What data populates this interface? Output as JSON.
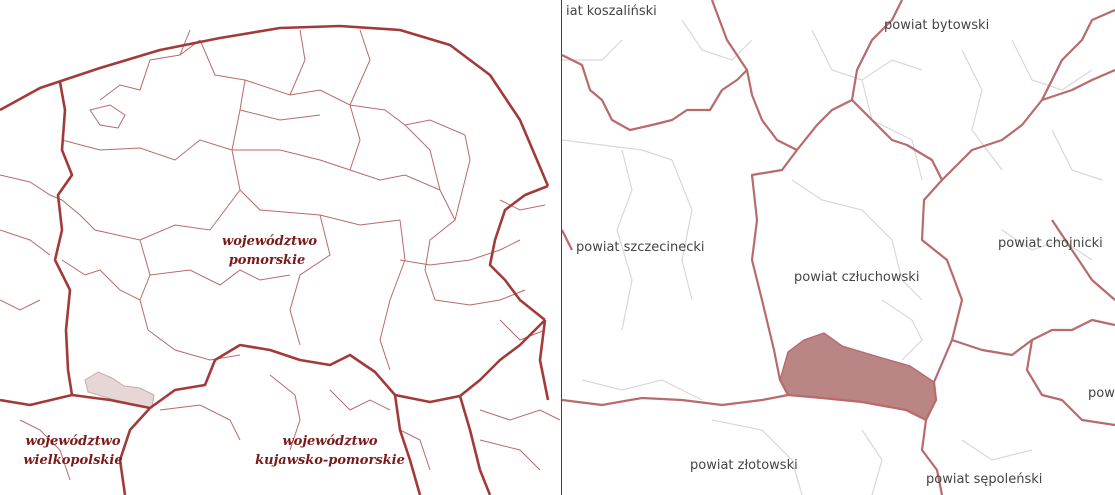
{
  "left_map": {
    "labels": {
      "pomorskie": [
        "województwo",
        "pomorskie"
      ],
      "wielkopolskie": [
        "województwo",
        "wielkopolskie"
      ],
      "kujawsko": [
        "województwo",
        "kujawsko-pomorskie"
      ]
    }
  },
  "right_map": {
    "labels": {
      "koszalinski": "iat koszaliński",
      "bytowski": "powiat bytowski",
      "szczecinecki": "powiat szczecinecki",
      "czluchowski": "powiat człuchowski",
      "chojnicki": "powiat chojnicki",
      "pow": "pow",
      "zlotowski": "powiat złotowski",
      "sepolenski": "powiat sępoleński"
    }
  },
  "colors": {
    "voivodeship_border": "#a33a3a",
    "powiat_border": "#b96a6a",
    "highlight_left": "#e6d6d6",
    "highlight_right": "#b98585",
    "label_voivodeship": "#7a1a1a"
  }
}
